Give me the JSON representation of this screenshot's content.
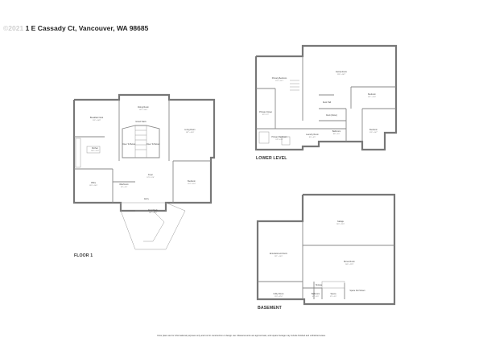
{
  "header": {
    "watermark": "©2021",
    "address": "E Cassady Ct, Vancouver, WA 98685",
    "address_prefix": "1"
  },
  "floors": {
    "floor1": {
      "label": "FLOOR 1",
      "rooms": [
        {
          "name": "Breakfast Nook",
          "dim": "11'4\" x 10'8\""
        },
        {
          "name": "Dining Room",
          "dim": "13'2\" x 10'0\""
        },
        {
          "name": "Living Room",
          "dim": "18'7\" x 16'0\""
        },
        {
          "name": "Kitchen",
          "dim": "13'8\" x 12'6\""
        },
        {
          "name": "Open To Below",
          "dim": ""
        },
        {
          "name": "Open To Below",
          "dim": ""
        },
        {
          "name": "Grand Stairs",
          "dim": ""
        },
        {
          "name": "Office",
          "dim": "13'0\" x 10'6\""
        },
        {
          "name": "Washroom",
          "dim": "5'8\" x 5'0\""
        },
        {
          "name": "Foyer",
          "dim": "12'5\" x 9'6\""
        },
        {
          "name": "Bedroom",
          "dim": "12'0\" x 11'0\""
        },
        {
          "name": "Entry",
          "dim": ""
        },
        {
          "name": "Front Deck",
          "dim": "18'7\" x 11'5\""
        }
      ]
    },
    "lower": {
      "label": "LOWER LEVEL",
      "rooms": [
        {
          "name": "Primary Bedroom",
          "dim": "17'0\" x 15'1\""
        },
        {
          "name": "Family Room",
          "dim": "22'6\" x 16'2\""
        },
        {
          "name": "Bedroom",
          "dim": "13'1\" x 11'6\""
        },
        {
          "name": "Primary Closet",
          "dim": "8'9\" x 7'2\""
        },
        {
          "name": "Deck Hall",
          "dim": ""
        },
        {
          "name": "Deck (Down)",
          "dim": ""
        },
        {
          "name": "Primary Bathroom",
          "dim": "12'0\" x 8'5\""
        },
        {
          "name": "Laundry Room",
          "dim": "8'0\" x 6'9\""
        },
        {
          "name": "Bathroom",
          "dim": "8'8\" x 5'0\""
        },
        {
          "name": "Bedroom",
          "dim": "11'6\" x 10'7\""
        }
      ]
    },
    "basement": {
      "label": "BASEMENT",
      "rooms": [
        {
          "name": "Garage",
          "dim": "26'0\" x 25'6\""
        },
        {
          "name": "Entertainment Room",
          "dim": "23'1\" x 16'6\""
        },
        {
          "name": "Bonus Room",
          "dim": "24'6\" x 22'8\""
        },
        {
          "name": "Utility Room",
          "dim": "12'0\" x 5'10\""
        },
        {
          "name": "Bathroom",
          "dim": "6'4\" x 5'0\""
        },
        {
          "name": "Storage",
          "dim": ""
        },
        {
          "name": "Sauna",
          "dim": "5'9\" x 5'0\""
        },
        {
          "name": "Space Not Shown",
          "dim": ""
        }
      ]
    }
  },
  "footer": {
    "disclaimer": "Floor plans are for informational purposes only and not for construction or design use. Measurements are approximate, and square footage may include finished and unfinished areas."
  }
}
